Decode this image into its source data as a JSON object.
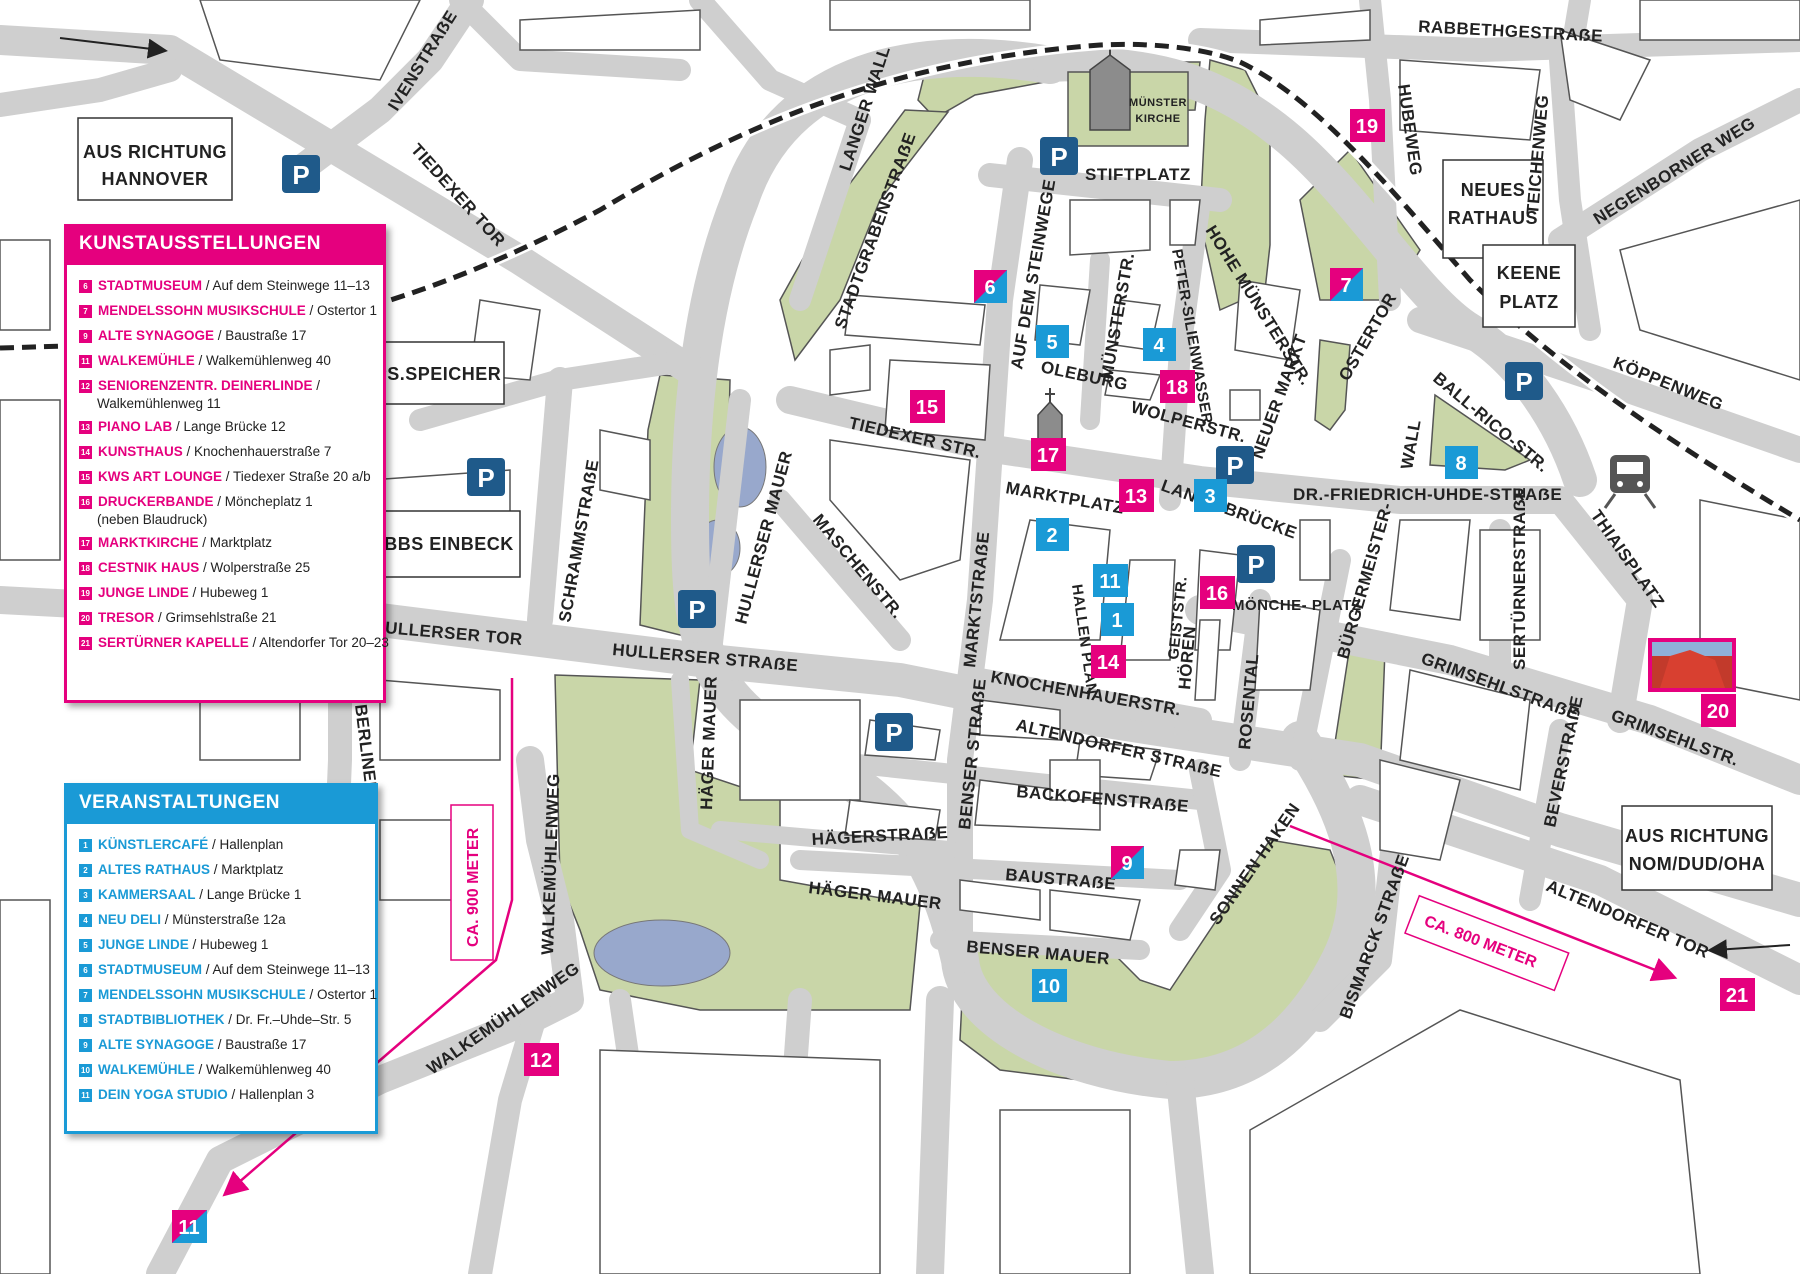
{
  "colors": {
    "art": "#e5007e",
    "event": "#1a9ad6",
    "parking": "#1f5a8a",
    "road": "#cfcfcf",
    "park": "#c9d6a8",
    "water": "#98a8cc"
  },
  "streets": {
    "ivenstrasse": "IVENSTRAẞE",
    "tiedexer_tor": "TIEDEXER TOR",
    "langer_wall": "LANGER WALL",
    "stadtgrabenstrasse": "STADTGRABENSTRAẞE",
    "stiftplatz": "STIFTPLATZ",
    "auf_dem_steinwege": "AUF DEM STEINWEGE",
    "peter_silienwasser": "PETER-SILIENWASSER",
    "hohe_muensterstr": "HOHE MÜNSTERSTR.",
    "muensterstr": "MÜNSTERSTR.",
    "oleburg": "OLEBURG",
    "wolperstr": "WOLPERSTR.",
    "neuer_markt": "NEUER MARKT",
    "ostertor": "OSTERTOR",
    "wall": "WALL",
    "ball_rico_str": "BALL-RICO-STR.",
    "koeppenweg": "KÖPPENWEG",
    "rabbethgestrasse": "RABBETHGESTRAẞE",
    "hubeweg": "HUBEWEG",
    "teichenweg": "TEICHENWEG",
    "negenborner_weg": "NEGENBORNER WEG",
    "tiedexer_str": "TIEDEXER STR.",
    "marktplatz": "MARKTPLATZ",
    "lange_bruecke": "LANGE BRÜCKE",
    "dr_friedrich_uhde": "DR.-FRIEDRICH-UHDE-STRAẞE",
    "thiaisplatz": "THIAISPLATZ",
    "schrammstrasse": "SCHRAMMSTRAẞE",
    "hullerser_mauer": "HULLERSER MAUER",
    "maschenstr": "MASCHENSTR.",
    "marktstrasse": "MARKTSTRAẞE",
    "hallenplan": "HALLEN PLAN",
    "geiststr": "GEISTSTR.",
    "moencheplatz": "MÖNCHE- PLATZ",
    "buergermeister": "BÜRGERMEISTER-",
    "sertuernerstrasse": "SERTÜRNERSTRAẞE",
    "grimsehlstrasse": "GRIMSEHLSTRAẞE",
    "grimsehlstr": "GRIMSEHLSTR.",
    "hullerser_tor": "HULLERSER TOR",
    "hullerser_strasse": "HULLERSER STRAẞE",
    "knochenhauerstr": "KNOCHENHAUERSTR.",
    "hoeren": "HÖREN",
    "rosental": "ROSENTAL",
    "altendorfer_strasse": "ALTENDORFER STRAẞE",
    "haeger_mauer": "HÄGER MAUER",
    "benser_strasse": "BENSER STRAẞE",
    "backofenstrasse": "BACKOFENSTRAẞE",
    "haegerstrasse": "HÄGERSTRAẞE",
    "haeger_mauer2": "HÄGER MAUER",
    "baustrasse": "BAUSTRAẞE",
    "benser_mauer": "BENSER MAUER",
    "sonnen_haken": "SONNEN HAKEN",
    "bismarckstrasse": "BISMARCK STRAẞE",
    "beverstrasse": "BEVERSTRAẞE",
    "altendorfer_tor": "ALTENDORFER TOR",
    "berliner": "BERLINER",
    "walkemuehlenweg": "WALKEMÜHLENWEG",
    "walkemuehlenweg2": "WALKEMÜHLENWEG"
  },
  "boxes": {
    "hannover_l1": "AUS RICHTUNG",
    "hannover_l2": "HANNOVER",
    "ps_speicher": "PS.SPEICHER",
    "bbs_einbeck": "BBS EINBECK",
    "neues_rathaus_l1": "NEUES",
    "neues_rathaus_l2": "RATHAUS",
    "keene_platz_l1": "KEENE",
    "keene_platz_l2": "PLATZ",
    "nom_l1": "AUS RICHTUNG",
    "nom_l2": "NOM/DUD/OHA",
    "muenster_l1": "MÜNSTER",
    "muenster_l2": "KIRCHE"
  },
  "distances": {
    "d900": "CA. 900 METER",
    "d800": "CA. 800 METER"
  },
  "parking_label": "P",
  "markers": {
    "m1": "1",
    "m2": "2",
    "m3": "3",
    "m4": "4",
    "m5": "5",
    "m6": "6",
    "m7": "7",
    "m8": "8",
    "m9": "9",
    "m10": "10",
    "m11a": "11",
    "m11b": "11",
    "m12": "12",
    "m13": "13",
    "m14": "14",
    "m15": "15",
    "m16": "16",
    "m17": "17",
    "m18": "18",
    "m19": "19",
    "m20": "20",
    "m21": "21"
  },
  "legend_kunst": {
    "title": "KUNSTAUSSTELLUNGEN",
    "items": [
      {
        "n": "6",
        "name": "STADTMUSEUM",
        "addr": "/ Auf dem Steinwege 11–13"
      },
      {
        "n": "7",
        "name": "MENDELSSOHN MUSIKSCHULE",
        "addr": "/ Ostertor 1"
      },
      {
        "n": "9",
        "name": "ALTE SYNAGOGE",
        "addr": "/ Baustraße 17"
      },
      {
        "n": "11",
        "name": "WALKEMÜHLE",
        "addr": "/ Walkemühlenweg 40"
      },
      {
        "n": "12",
        "name": "SENIORENZENTR. DEINERLINDE",
        "addr": "/",
        "cont": "Walkemühlenweg 11"
      },
      {
        "n": "13",
        "name": "PIANO LAB",
        "addr": "/ Lange Brücke 12"
      },
      {
        "n": "14",
        "name": "KUNSTHAUS",
        "addr": "/ Knochenhauerstraße 7"
      },
      {
        "n": "15",
        "name": "KWS ART LOUNGE",
        "addr": "/ Tiedexer Straße 20 a/b"
      },
      {
        "n": "16",
        "name": "DRUCKERBANDE",
        "addr": "/ Möncheplatz 1",
        "cont": "(neben Blaudruck)"
      },
      {
        "n": "17",
        "name": "MARKTKIRCHE",
        "addr": "/ Marktplatz"
      },
      {
        "n": "18",
        "name": "CESTNIK HAUS",
        "addr": "/ Wolperstraße 25"
      },
      {
        "n": "19",
        "name": "JUNGE LINDE",
        "addr": "/ Hubeweg 1"
      },
      {
        "n": "20",
        "name": "TRESOR",
        "addr": "/ Grimsehlstraße  21"
      },
      {
        "n": "21",
        "name": "SERTÜRNER KAPELLE",
        "addr": "/ Altendorfer Tor 20–23"
      }
    ]
  },
  "legend_events": {
    "title": "VERANSTALTUNGEN",
    "items": [
      {
        "n": "1",
        "name": "KÜNSTLERCAFÉ",
        "addr": "/ Hallenplan"
      },
      {
        "n": "2",
        "name": "ALTES RATHAUS",
        "addr": "/ Marktplatz"
      },
      {
        "n": "3",
        "name": "KAMMERSAAL",
        "addr": "/ Lange Brücke 1"
      },
      {
        "n": "4",
        "name": "NEU DELI",
        "addr": "/ Münsterstraße 12a"
      },
      {
        "n": "5",
        "name": "JUNGE LINDE",
        "addr": "/ Hubeweg 1"
      },
      {
        "n": "6",
        "name": "STADTMUSEUM",
        "addr": "/ Auf dem Steinwege 11–13"
      },
      {
        "n": "7",
        "name": "MENDELSSOHN MUSIKSCHULE",
        "addr": "/ Ostertor 1"
      },
      {
        "n": "8",
        "name": "STADTBIBLIOTHEK",
        "addr": "/ Dr. Fr.–Uhde–Str. 5"
      },
      {
        "n": "9",
        "name": "ALTE SYNAGOGE",
        "addr": "/ Baustraße 17"
      },
      {
        "n": "10",
        "name": "WALKEMÜHLE",
        "addr": "/ Walkemühlenweg 40"
      },
      {
        "n": "11",
        "name": "DEIN YOGA STUDIO",
        "addr": "/ Hallenplan 3"
      }
    ]
  }
}
